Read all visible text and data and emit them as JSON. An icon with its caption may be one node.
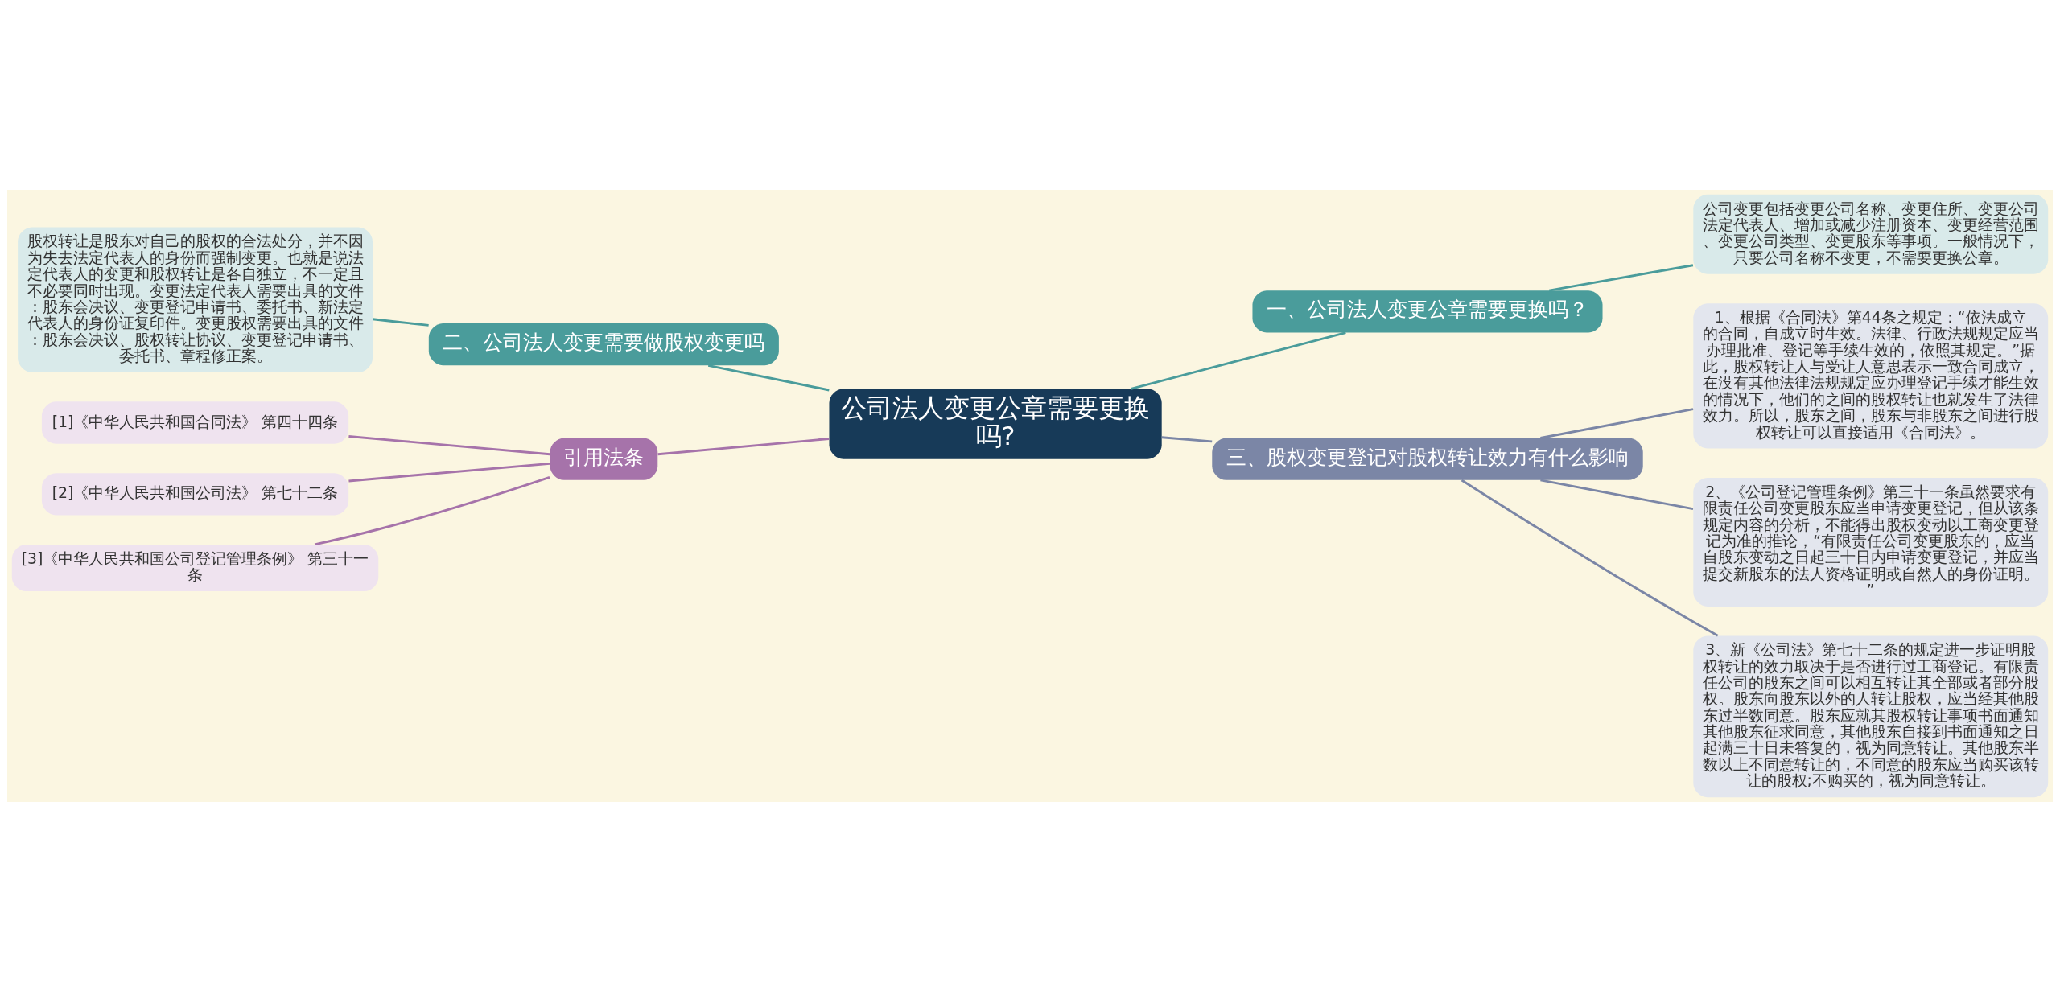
{
  "diagram": {
    "nodes": [
      {
        "text": [
          "公司法人变更公章需要更换吗?"
        ]
      },
      {
        "text": [
          "一、公司法人变更公章需要更换吗？"
        ]
      },
      {
        "text": [
          "公司变更包括变更公司名称、变更住所、变更公司法定代表人、增加或减少注册资本、变更经营范围、变更公司类型、变更股东等事项。一般情况下，只要公司名称不变更，不需要更换公章。"
        ]
      },
      {
        "text": [
          "二、公司法人变更需要做股权变更吗"
        ]
      },
      {
        "text": [
          "股权转让是股东对自己的股权的合法处分，并不因为失去法定代表人的身份而强制变更。也就是说法定代表人的变更和股权转让是各自独立，不一定且不必要同时出现。变更法定代表人需要出具的文件：股东会决议、变更登记申请书、委托书、新法定代表人的身份证复印件。变更股权需要出具的文件：股东会决议、股权转让协议、变更登记申请书、委托书、章程修正案。"
        ]
      },
      {
        "text": [
          "引用法条"
        ]
      },
      {
        "text": [
          "[1]《中华人民共和国合同法》 第四十四条"
        ]
      },
      {
        "text": [
          "[2]《中华人民共和国公司法》 第七十二条"
        ]
      },
      {
        "text": [
          "[3]《中华人民共和国公司登记管理条例》 第三十一条"
        ]
      },
      {
        "text": [
          "三、股权变更登记对股权转让效力有什么影响"
        ]
      },
      {
        "text": [
          "1、根据《合同法》第44条之规定：“依法成立的合同，自成立时生效。法律、行政法规规定应当办理批准、登记等手续生效的，依照其规定。”据此，股权转让人与受让人意思表示一致合同成立，在没有其他法律法规规定应办理登记手续才能生效的情况下，他们的之间的股权转让也就发生了法律效力。所以，股东之间，股东与非股东之间进行股权转让可以直接适用《合同法》。"
        ]
      },
      {
        "text": [
          "2、《公司登记管理条例》第三十一条虽然要求有限责任公司变更股东应当申请变更登记，但从该条规定内容的分析，不能得出股权变动以工商变更登记为准的推论，“有限责任公司变更股东的，应当自股东变动之日起三十日内申请变更登记，并应当提交新股东的法人资格证明或自然人的身份证明。”"
        ]
      },
      {
        "text": [
          "3、新《公司法》第七十二条的规定进一步证明股权转让的效力取决于是否进行过工商登记。有限责任公司的股东之间可以相互转让其全部或者部分股权。股东向股东以外的人转让股权，应当经其他股东过半数同意。股东应就其股权转让事项书面通知其他股东征求同意，其他股东自接到书面通知之日起满三十日未答复的，视为同意转让。其他股东半数以上不同意转让的，不同意的股东应当购买该转让的股权;不购买的，视为同意转让。"
        ]
      }
    ],
    "edges": [
      {
        "from": 0,
        "to": 1,
        "arrow": "none",
        "color": "#4a9c9b"
      },
      {
        "from": 1,
        "to": 2,
        "arrow": "none",
        "color": "#4a9c9b"
      },
      {
        "from": 0,
        "to": 3,
        "arrow": "none",
        "color": "#4a9c9b"
      },
      {
        "from": 3,
        "to": 4,
        "arrow": "none",
        "color": "#4a9c9b"
      },
      {
        "from": 0,
        "to": 5,
        "arrow": "none",
        "color": "#a673aa"
      },
      {
        "from": 5,
        "to": 6,
        "arrow": "none",
        "color": "#a673aa"
      },
      {
        "from": 5,
        "to": 7,
        "arrow": "none",
        "color": "#a673aa"
      },
      {
        "from": 5,
        "to": 8,
        "arrow": "none",
        "color": "#a673aa"
      },
      {
        "from": 0,
        "to": 9,
        "arrow": "none",
        "color": "#7b86a6"
      },
      {
        "from": 9,
        "to": 10,
        "arrow": "none",
        "color": "#7b86a6"
      },
      {
        "from": 9,
        "to": 11,
        "arrow": "none",
        "color": "#7b86a6"
      },
      {
        "from": 9,
        "to": 12,
        "arrow": "none",
        "color": "#7b86a6"
      }
    ]
  }
}
